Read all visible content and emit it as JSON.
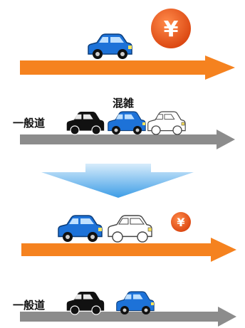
{
  "labels": {
    "congestion": "混雑",
    "road_top": "一般道",
    "road_bottom": "一般道",
    "toll_top": "¥",
    "toll_mid": "¥"
  },
  "colors": {
    "toll_road_arrow": "#f5821f",
    "general_road_arrow": "#8c8c8c",
    "transition_arrow": "#4aa8e8",
    "coin": "#e8571a",
    "car_blue": "#1d72d8",
    "car_black": "#111111",
    "car_white": "#ffffff"
  }
}
